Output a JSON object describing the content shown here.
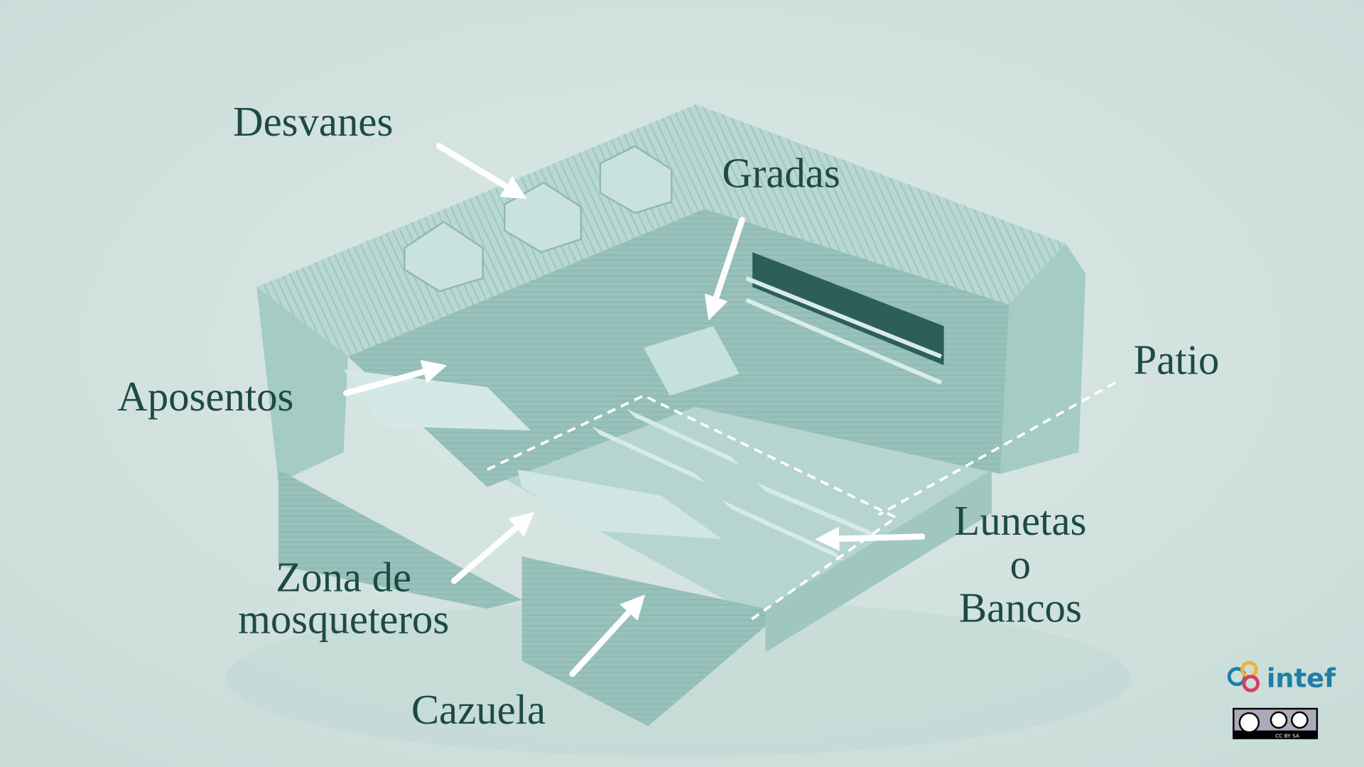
{
  "labels": {
    "desvanes": "Desvanes",
    "gradas": "Gradas",
    "patio": "Patio",
    "aposentos": "Aposentos",
    "zona_line1": "Zona de",
    "zona_line2": "mosqueteros",
    "cazuela": "Cazuela",
    "lunetas_line1": "Lunetas",
    "lunetas_line2": "o",
    "lunetas_line3": "Bancos"
  },
  "logo": {
    "brand": "intef",
    "license": "CC BY SA"
  },
  "colors": {
    "background": "#d3e3df",
    "text": "#1e4a44",
    "building": "#a8cdc7",
    "arrow": "#ffffff"
  }
}
